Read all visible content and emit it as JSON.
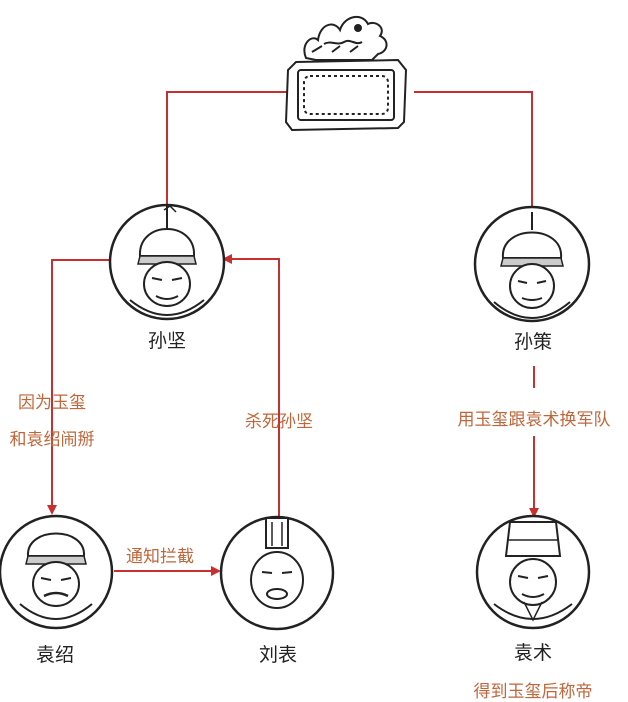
{
  "colors": {
    "line": "#c8302f",
    "edge_label": "#c0663a",
    "ink": "#222222"
  },
  "icons": {
    "seal": "jade-seal-icon",
    "sun_jian": "helmeted-general-portrait",
    "sun_ce": "helmeted-general-portrait",
    "yuan_shao": "general-portrait",
    "liu_biao": "official-portrait",
    "yuan_shu": "official-hat-portrait"
  },
  "nodes": {
    "sun_jian": "孙坚",
    "sun_ce": "孙策",
    "yuan_shao": "袁绍",
    "liu_biao": "刘表",
    "yuan_shu": "袁术"
  },
  "edges": {
    "yuan_shao_line1": "因为玉玺",
    "yuan_shao_line2": "和袁绍闹掰",
    "notify": "通知拦截",
    "kill": "杀死孙坚",
    "trade": "用玉玺跟袁术换军队",
    "emperor": "得到玉玺后称帝"
  }
}
